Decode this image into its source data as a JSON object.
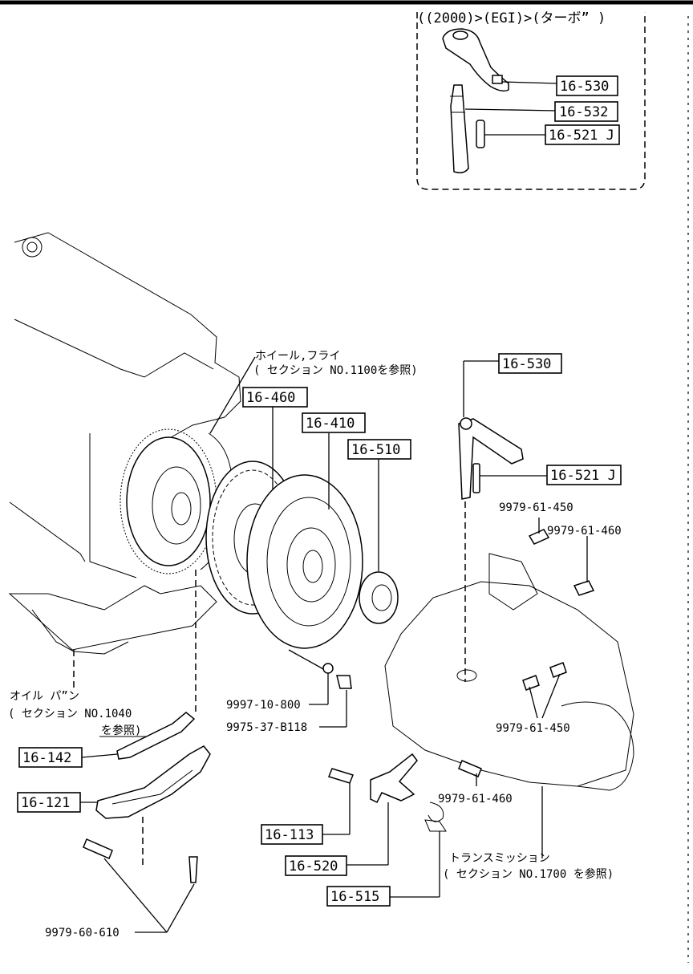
{
  "variant_header": "((2000)>(EGI)>(ターボ” )",
  "part_numbers": {
    "p16_530_top": "16-530",
    "p16_532": "16-532",
    "p16_521j_top": "16-521 J",
    "p16_530": "16-530",
    "p16_521j": "16-521 J",
    "p16_460": "16-460",
    "p16_410": "16-410",
    "p16_510": "16-510",
    "p16_142": "16-142",
    "p16_121": "16-121",
    "p16_113": "16-113",
    "p16_520": "16-520",
    "p16_515": "16-515"
  },
  "bolts": {
    "b9979_61_450_a": "9979-61-450",
    "b9979_61_460_a": "9979-61-460",
    "b9997_10_800": "9997-10-800",
    "b9975_37_b118": "9975-37-B118",
    "b9979_61_450_b": "9979-61-450",
    "b9979_61_460_b": "9979-61-460",
    "b9979_60_610": "9979-60-610"
  },
  "references": {
    "flywheel_line1": "ホイール,フライ",
    "flywheel_line2": "( セクション  NO.1100を参照)",
    "oilpan_line1": "オイル  パ”ン",
    "oilpan_line2": "( セクション  NO.1040",
    "oilpan_line3": "を参照)",
    "trans_line1": "トランスミッション",
    "trans_line2": "( セクション  NO.1700  を参照)"
  }
}
